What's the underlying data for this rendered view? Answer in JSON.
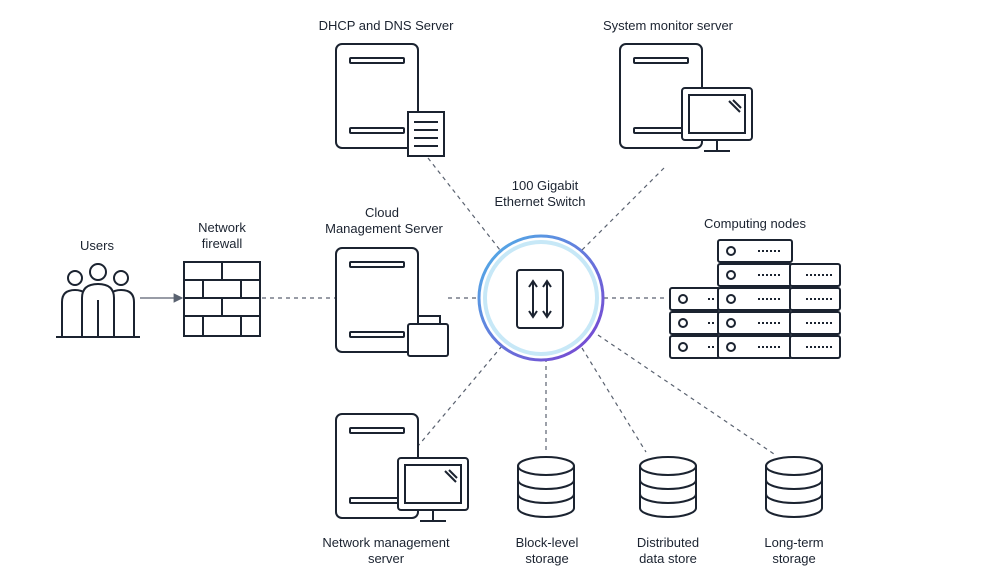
{
  "labels": {
    "users": "Users",
    "firewall_line1": "Network",
    "firewall_line2": "firewall",
    "cloud_line1": "Cloud",
    "cloud_line2": "Management Server",
    "dhcp": "DHCP and DNS Server",
    "sysmon": "System monitor server",
    "switch_line1": "100 Gigabit",
    "switch_line2": "Ethernet Switch",
    "computing": "Computing nodes",
    "netmgmt_line1": "Network management",
    "netmgmt_line2": "server",
    "block_line1": "Block-level",
    "block_line2": "storage",
    "dist_line1": "Distributed",
    "dist_line2": "data store",
    "long_line1": "Long-term",
    "long_line2": "storage"
  },
  "icons": {
    "users": "users-icon",
    "firewall": "firewall-icon",
    "server": "server-icon",
    "document": "document-icon",
    "monitor": "monitor-icon",
    "briefcase": "briefcase-icon",
    "switch": "switch-icon",
    "rack": "rack-server-icon",
    "database": "database-icon"
  },
  "colors": {
    "stroke": "#1b2330",
    "line": "#5a6270",
    "ring_outer": "#6a4fd6",
    "ring_inner": "#9ed6f0"
  }
}
